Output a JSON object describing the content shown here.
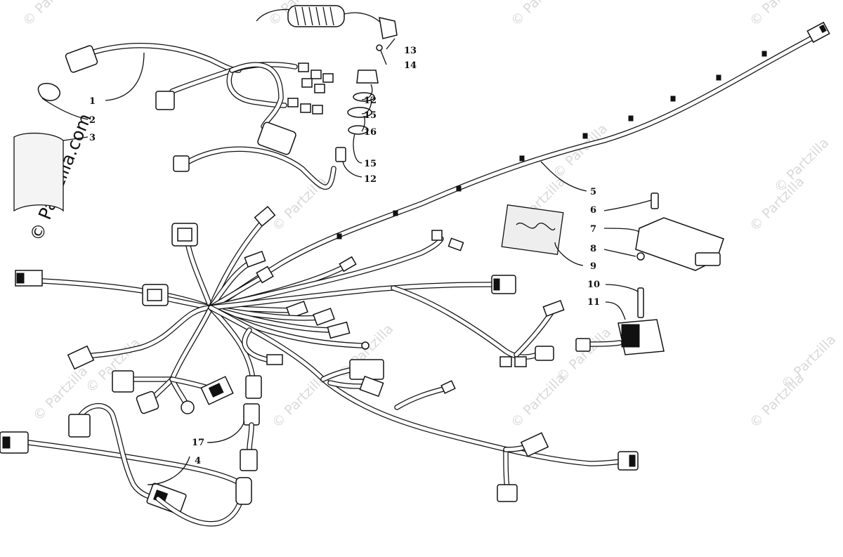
{
  "watermark": {
    "site_text": "© Partzilla",
    "vertical_text": "© Partzilla.com"
  },
  "callouts": [
    {
      "id": "c1",
      "number": "1"
    },
    {
      "id": "c2",
      "number": "2"
    },
    {
      "id": "c3",
      "number": "3"
    },
    {
      "id": "c4",
      "number": "4"
    },
    {
      "id": "c5",
      "number": "5"
    },
    {
      "id": "c6",
      "number": "6"
    },
    {
      "id": "c7",
      "number": "7"
    },
    {
      "id": "c8",
      "number": "8"
    },
    {
      "id": "c9",
      "number": "9"
    },
    {
      "id": "c10",
      "number": "10"
    },
    {
      "id": "c11",
      "number": "11"
    },
    {
      "id": "c12a",
      "number": "12"
    },
    {
      "id": "c12b",
      "number": "12"
    },
    {
      "id": "c13",
      "number": "13"
    },
    {
      "id": "c14",
      "number": "14"
    },
    {
      "id": "c15a",
      "number": "15"
    },
    {
      "id": "c15b",
      "number": "15"
    },
    {
      "id": "c16",
      "number": "16"
    },
    {
      "id": "c17",
      "number": "17"
    }
  ]
}
